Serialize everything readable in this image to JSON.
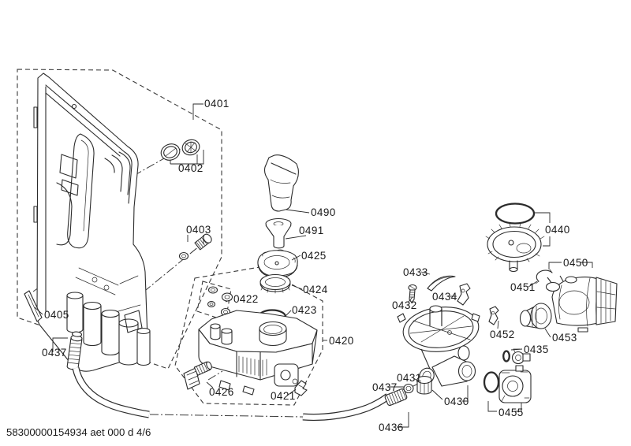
{
  "diagram": {
    "footer_code": "58300000154934 aet 000 d 4/6",
    "colors": {
      "line": "#2b2b2b",
      "background": "#ffffff",
      "label_text": "#1a1a1a"
    },
    "labels": {
      "l0401": "0401",
      "l0402": "0402",
      "l0403": "0403",
      "l0405": "0405",
      "l0420": "0420",
      "l0421": "0421",
      "l0422": "0422",
      "l0423": "0423",
      "l0424": "0424",
      "l0425": "0425",
      "l0426": "0426",
      "l0430": "0430",
      "l0431": "0431",
      "l0432": "0432",
      "l0433": "0433",
      "l0434": "0434",
      "l0435": "0435",
      "l0436": "0436",
      "l0437_base": "0437",
      "l0437_sump": "0437",
      "l0440": "0440",
      "l0450": "0450",
      "l0451": "0451",
      "l0452": "0452",
      "l0453": "0453",
      "l0455": "0455",
      "l0490": "0490",
      "l0491": "0491"
    }
  }
}
